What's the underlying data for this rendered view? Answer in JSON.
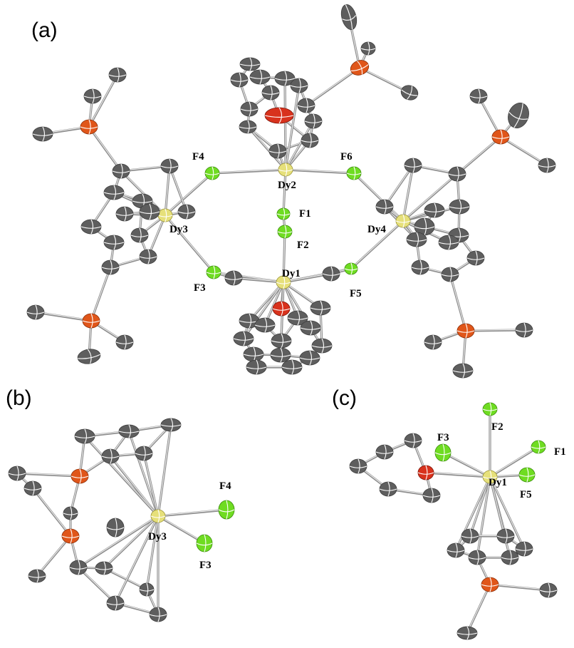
{
  "panels": [
    {
      "id": "a",
      "label": "(a)"
    },
    {
      "id": "b",
      "label": "(b)"
    },
    {
      "id": "c",
      "label": "(c)"
    }
  ],
  "atom_labels": {
    "a": [
      "F4",
      "Dy2",
      "F6",
      "F1",
      "Dy3",
      "Dy4",
      "F2",
      "Dy1",
      "F3",
      "F5"
    ],
    "b": [
      "F4",
      "Dy3",
      "F3"
    ],
    "c": [
      "F2",
      "F3",
      "F1",
      "Dy1",
      "F5"
    ]
  },
  "colors": {
    "carbon": "#5e5e5e",
    "phosphorus": "#e0561a",
    "oxygen": "#d8321d",
    "fluorine": "#6fdc22",
    "dysprosium": "#e6e07a",
    "bond": "#8c8c8c"
  }
}
